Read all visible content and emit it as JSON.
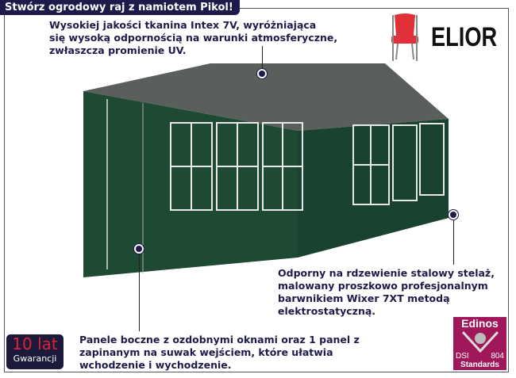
{
  "title": "Stwórz ogrodowy raj z namiotem Pikol!",
  "features": [
    {
      "lines": [
        "Wysokiej jakości tkanina Intex 7V, wyróżniająca",
        "się wysoką odpornością na warunki atmosferyczne,",
        "zwłaszcza promienie UV."
      ]
    },
    {
      "lines": [
        "Odporny na rdzewienie stalowy stelaż,",
        "malowany proszkowo profesjonalnym",
        "barwnikiem Wixer 7XT metodą",
        "elektrostatyczną."
      ]
    },
    {
      "lines": [
        "Panele boczne z ozdobnymi oknami oraz 1 panel z",
        "zapinanym na suwak wejściem, które ułatwia",
        "wchodzenie i wychodzenie."
      ]
    }
  ],
  "brand": {
    "name": "ELIOR",
    "icon": "red-chair-icon"
  },
  "warranty": {
    "years": "10 lat",
    "label": "Gwarancji"
  },
  "badge": {
    "top": "Edinos",
    "left": "DSI",
    "right": "804",
    "bottom": "Standards",
    "color": "#a0185a"
  },
  "colors": {
    "title_bg": "#1e1b4b",
    "tent": "#1f4a35"
  }
}
